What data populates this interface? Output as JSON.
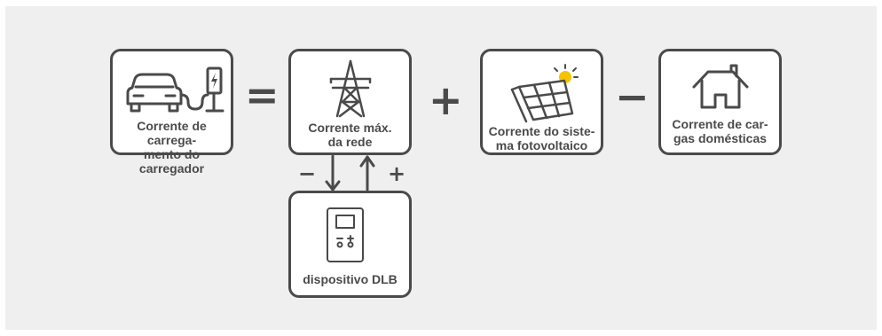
{
  "diagram": {
    "charger": {
      "label": "Corrente de carrega-\nmento do carregador",
      "icon": "car-charger-icon"
    },
    "grid": {
      "label": "Corrente máx.\nda rede",
      "icon": "power-tower-icon"
    },
    "solar": {
      "label": "Corrente do siste-\nma fotovoltaico",
      "icon": "solar-panel-icon"
    },
    "home": {
      "label": "Corrente de car-\ngas domésticas",
      "icon": "house-icon"
    },
    "dlb": {
      "label": "dispositivo DLB",
      "icon": "dlb-device-icon"
    },
    "operators": {
      "equals": "=",
      "plus": "+",
      "minus": "−"
    },
    "arrows": {
      "down_sign": "−",
      "up_sign": "+"
    }
  },
  "colors": {
    "stroke": "#4a4a4a",
    "background": "#efefef",
    "box": "#ffffff",
    "sun": "#f5c400"
  }
}
